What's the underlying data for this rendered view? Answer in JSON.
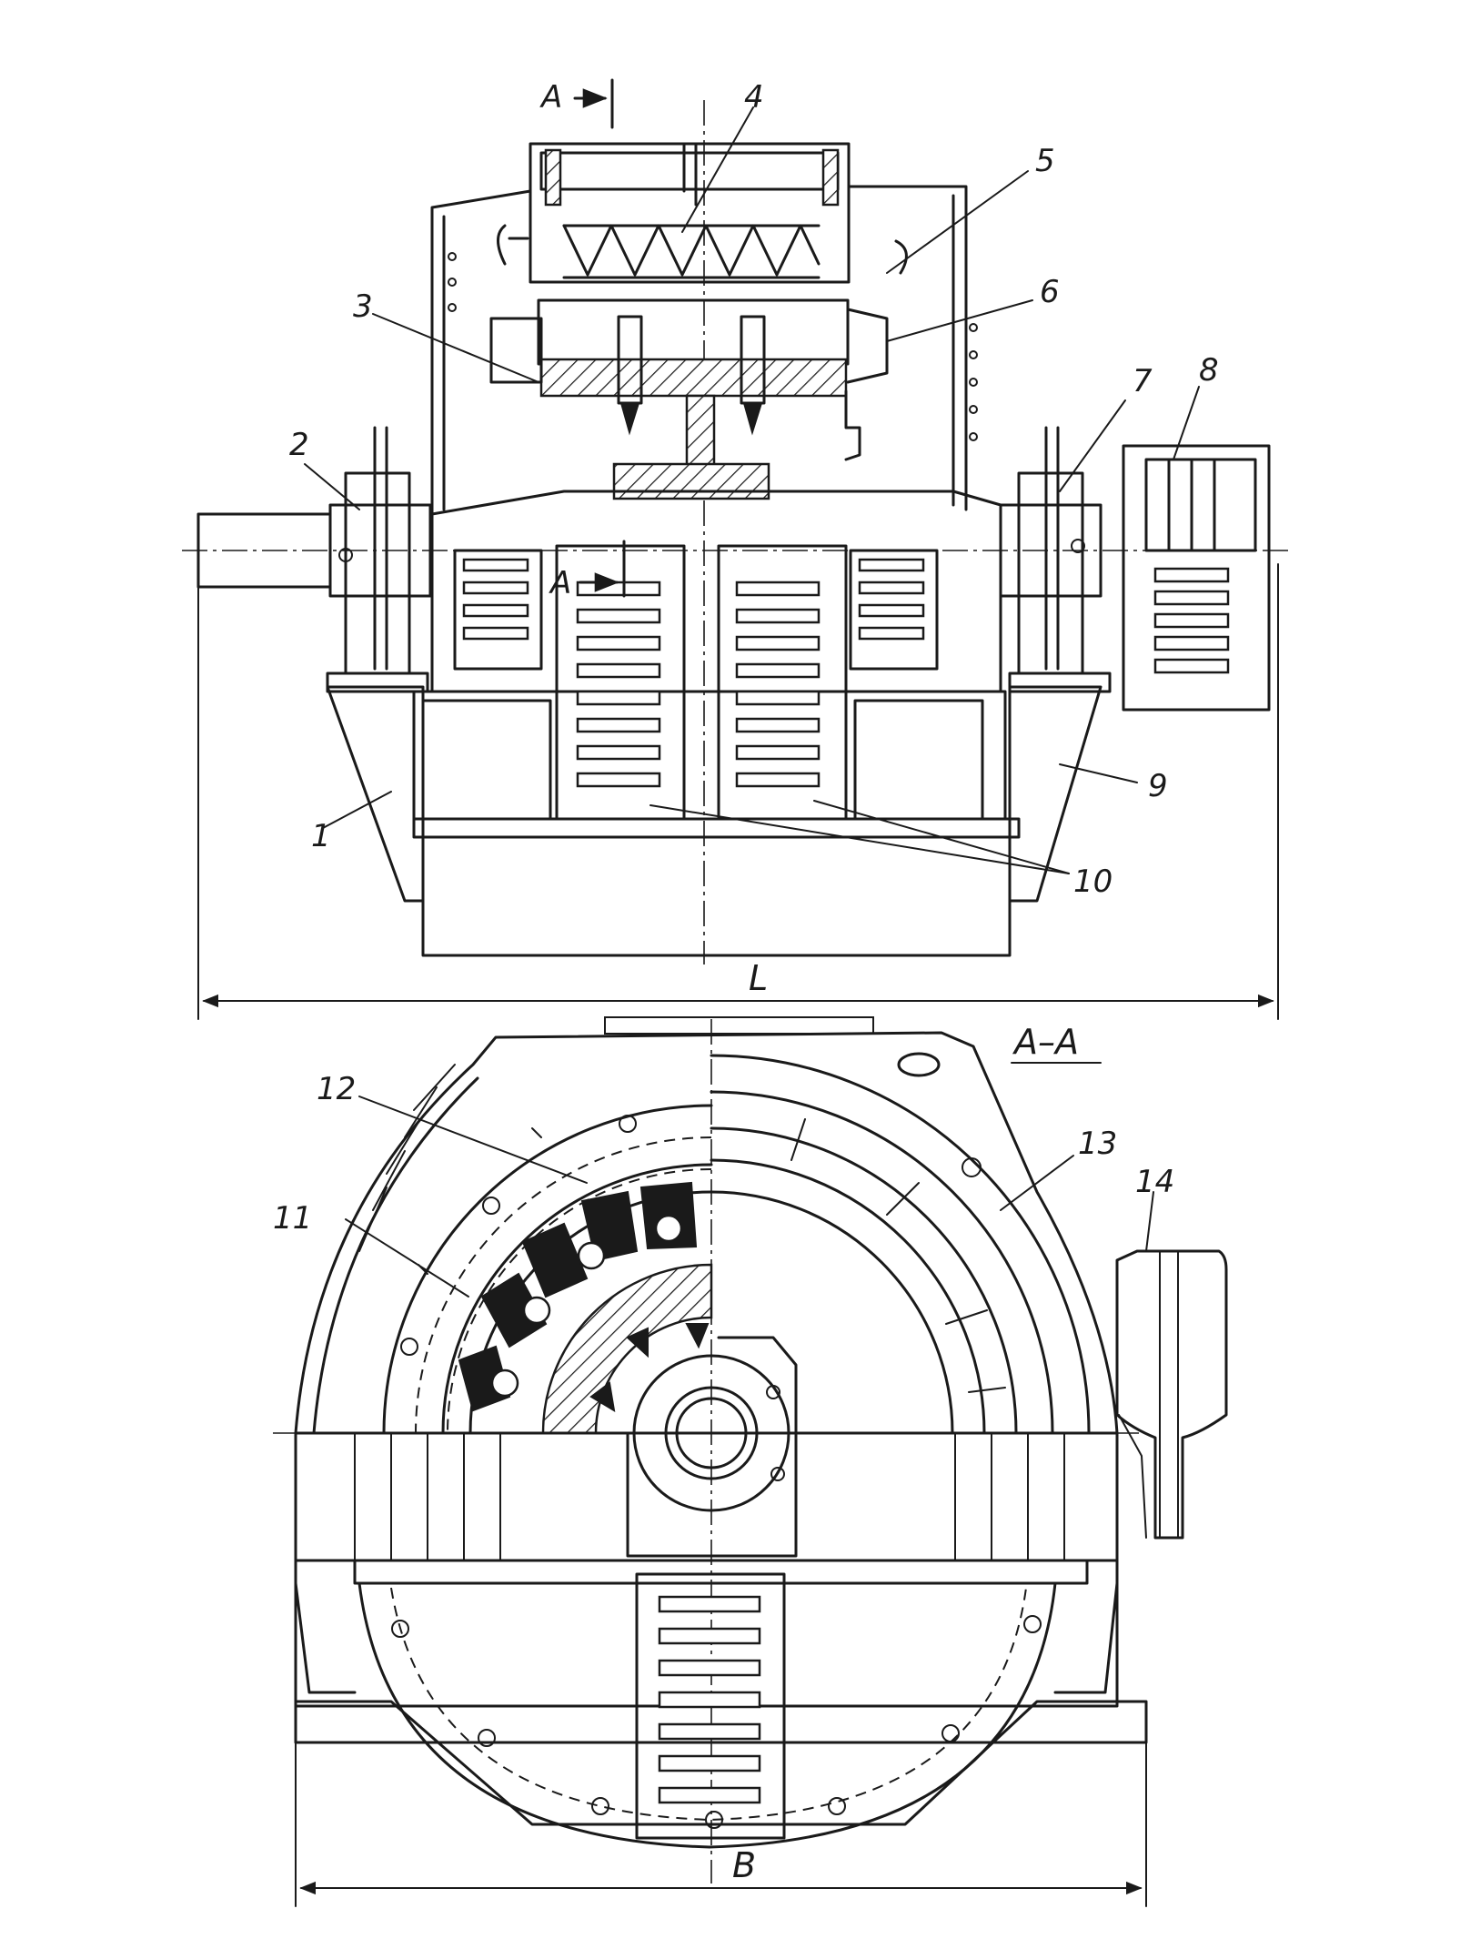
{
  "top_view": {
    "section_marker": "A",
    "section_marker_lower": "A",
    "dimension_label": "L",
    "callouts": [
      {
        "id": "1",
        "text": "1"
      },
      {
        "id": "2",
        "text": "2"
      },
      {
        "id": "3",
        "text": "3"
      },
      {
        "id": "4",
        "text": "4"
      },
      {
        "id": "5",
        "text": "5"
      },
      {
        "id": "6",
        "text": "6"
      },
      {
        "id": "7",
        "text": "7"
      },
      {
        "id": "8",
        "text": "8"
      },
      {
        "id": "9",
        "text": "9"
      },
      {
        "id": "10",
        "text": "10"
      }
    ]
  },
  "section_view": {
    "title": "A–A",
    "dimension_label": "B",
    "callouts": [
      {
        "id": "11",
        "text": "11"
      },
      {
        "id": "12",
        "text": "12"
      },
      {
        "id": "13",
        "text": "13"
      },
      {
        "id": "14",
        "text": "14"
      }
    ]
  }
}
